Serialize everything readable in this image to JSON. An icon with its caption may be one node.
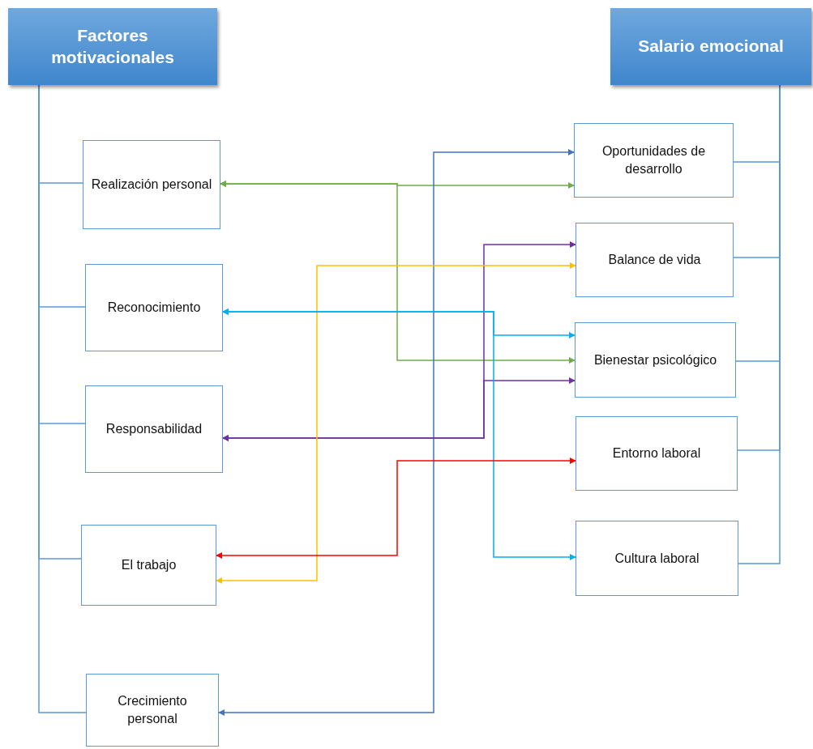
{
  "diagram": {
    "nodes": [
      {
        "text": [
          "Factores motivacionales"
        ]
      },
      {
        "text": [
          "Realización personal"
        ]
      },
      {
        "text": [
          "Reconocimiento"
        ]
      },
      {
        "text": [
          "Responsabilidad"
        ]
      },
      {
        "text": [
          "El trabajo"
        ]
      },
      {
        "text": [
          "Crecimiento personal"
        ]
      },
      {
        "text": [
          "Salario emocional"
        ]
      },
      {
        "text": [
          "Oportunidades de desarrollo"
        ]
      },
      {
        "text": [
          "Balance de vida"
        ]
      },
      {
        "text": [
          "Bienestar psicológico"
        ]
      },
      {
        "text": [
          "Entorno laboral"
        ]
      },
      {
        "text": [
          "Cultura laboral"
        ]
      }
    ],
    "edges": [
      {
        "from": 0,
        "to": 1,
        "arrow": "none"
      },
      {
        "from": 0,
        "to": 2,
        "arrow": "none"
      },
      {
        "from": 0,
        "to": 3,
        "arrow": "none"
      },
      {
        "from": 0,
        "to": 4,
        "arrow": "none"
      },
      {
        "from": 0,
        "to": 5,
        "arrow": "none"
      },
      {
        "from": 6,
        "to": 7,
        "arrow": "none"
      },
      {
        "from": 6,
        "to": 8,
        "arrow": "none"
      },
      {
        "from": 6,
        "to": 9,
        "arrow": "none"
      },
      {
        "from": 6,
        "to": 10,
        "arrow": "none"
      },
      {
        "from": 6,
        "to": 11,
        "arrow": "none"
      },
      {
        "from": 1,
        "to": 7,
        "arrow": "both",
        "color": "#70ad47"
      },
      {
        "from": 1,
        "to": 9,
        "arrow": "both",
        "color": "#70ad47"
      },
      {
        "from": 5,
        "to": 7,
        "arrow": "both",
        "color": "#4472c4"
      },
      {
        "from": 3,
        "to": 8,
        "arrow": "both",
        "color": "#7030a0"
      },
      {
        "from": 3,
        "to": 9,
        "arrow": "both",
        "color": "#7030a0"
      },
      {
        "from": 4,
        "to": 8,
        "arrow": "both",
        "color": "#ffc000"
      },
      {
        "from": 2,
        "to": 9,
        "arrow": "both",
        "color": "#00b0f0"
      },
      {
        "from": 2,
        "to": 11,
        "arrow": "both",
        "color": "#00b0f0"
      },
      {
        "from": 4,
        "to": 10,
        "arrow": "both",
        "color": "#ff0000"
      }
    ]
  }
}
